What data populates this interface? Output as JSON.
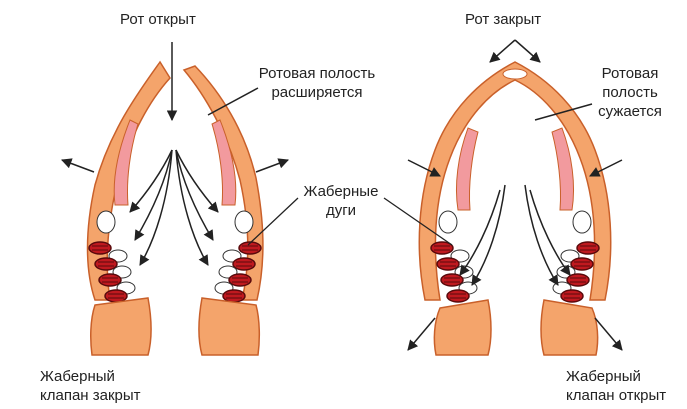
{
  "labels": {
    "mouth_open": "Рот открыт",
    "mouth_closed": "Рот закрыт",
    "cavity_expands_1": "Ротовая полость",
    "cavity_expands_2": "расширяется",
    "cavity_narrows_1": "Ротовая",
    "cavity_narrows_2": "полость",
    "cavity_narrows_3": "сужается",
    "gill_arches_1": "Жаберные",
    "gill_arches_2": "дуги",
    "valve_closed_1": "Жаберный",
    "valve_closed_2": "клапан закрыт",
    "valve_open_1": "Жаберный",
    "valve_open_2": "клапан открыт"
  },
  "colors": {
    "bone": "#F4A46B",
    "bone_outline": "#C9602A",
    "pink_tissue": "#F29A9E",
    "gill_red": "#C0191F",
    "gill_dark": "#5A0A0C",
    "arrow": "#222222"
  }
}
